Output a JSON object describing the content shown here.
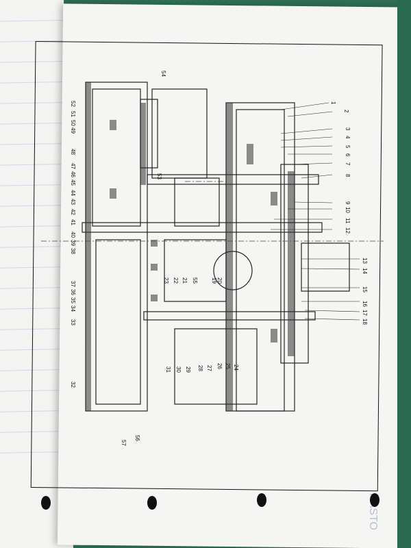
{
  "document": {
    "type": "assembly-drawing",
    "part_numbers_right": [
      "1",
      "2",
      "3",
      "4",
      "5",
      "6",
      "7",
      "8",
      "9",
      "10",
      "11",
      "12",
      "13",
      "14",
      "15",
      "16",
      "17",
      "18"
    ],
    "part_numbers_bottom": [
      "19",
      "20",
      "21",
      "22",
      "23",
      "24",
      "25",
      "26",
      "27",
      "28",
      "29",
      "30",
      "31",
      "32",
      "33",
      "34",
      "35",
      "36",
      "37",
      "38",
      "39",
      "40",
      "41",
      "42",
      "43",
      "44",
      "45",
      "46",
      "47",
      "48",
      "49",
      "50",
      "51",
      "52",
      "53",
      "54",
      "55",
      "56",
      "57"
    ],
    "logo_text": "KASTO"
  }
}
